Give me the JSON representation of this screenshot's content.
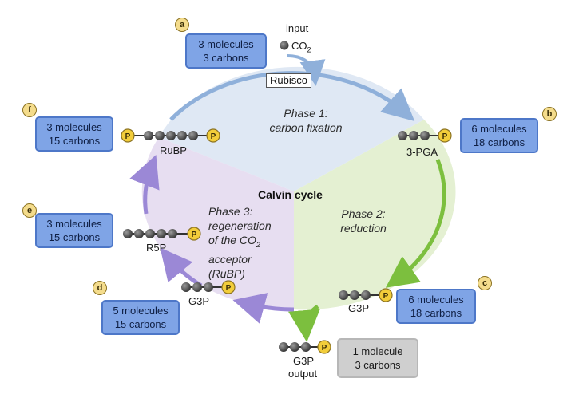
{
  "title": "Calvin cycle",
  "phases": {
    "phase1": {
      "line1": "Phase 1:",
      "line2": "carbon fixation"
    },
    "phase2": {
      "line1": "Phase 2:",
      "line2": "reduction"
    },
    "phase3": {
      "line1": "Phase 3:",
      "line2": "regeneration",
      "line3": "of the CO",
      "line3_sub": "2",
      "line4": "acceptor",
      "line5": "(RuBP)"
    }
  },
  "enzyme": "Rubisco",
  "input": {
    "label": "input",
    "molecule": "CO",
    "molecule_sub": "2"
  },
  "output": {
    "label": "output"
  },
  "molecules": {
    "rubp": "RuBP",
    "pga": "3-PGA",
    "r5p": "R5P",
    "g3p_left": "G3P",
    "g3p_right": "G3P",
    "g3p_output": "G3P",
    "phosphate": "P"
  },
  "boxes": {
    "a": {
      "letter": "a",
      "line1": "3 molecules",
      "line2": "3 carbons"
    },
    "b": {
      "letter": "b",
      "line1": "6 molecules",
      "line2": "18 carbons"
    },
    "c": {
      "letter": "c",
      "line1": "6 molecules",
      "line2": "18 carbons"
    },
    "d": {
      "letter": "d",
      "line1": "5 molecules",
      "line2": "15 carbons"
    },
    "e": {
      "letter": "e",
      "line1": "3 molecules",
      "line2": "15 carbons"
    },
    "f": {
      "letter": "f",
      "line1": "3 molecules",
      "line2": "15 carbons"
    },
    "out": {
      "line1": "1 molecule",
      "line2": "3 carbons"
    }
  },
  "colors": {
    "phase1_fill": "#dfe8f4",
    "phase2_fill": "#e4f0d2",
    "phase3_fill": "#e7def1",
    "arrow_blue": "#8fb0da",
    "arrow_green": "#7cbf3e",
    "arrow_purple": "#9b88d6",
    "box_blue": "#7fa4e6",
    "phosphate": "#f2cd3a"
  }
}
